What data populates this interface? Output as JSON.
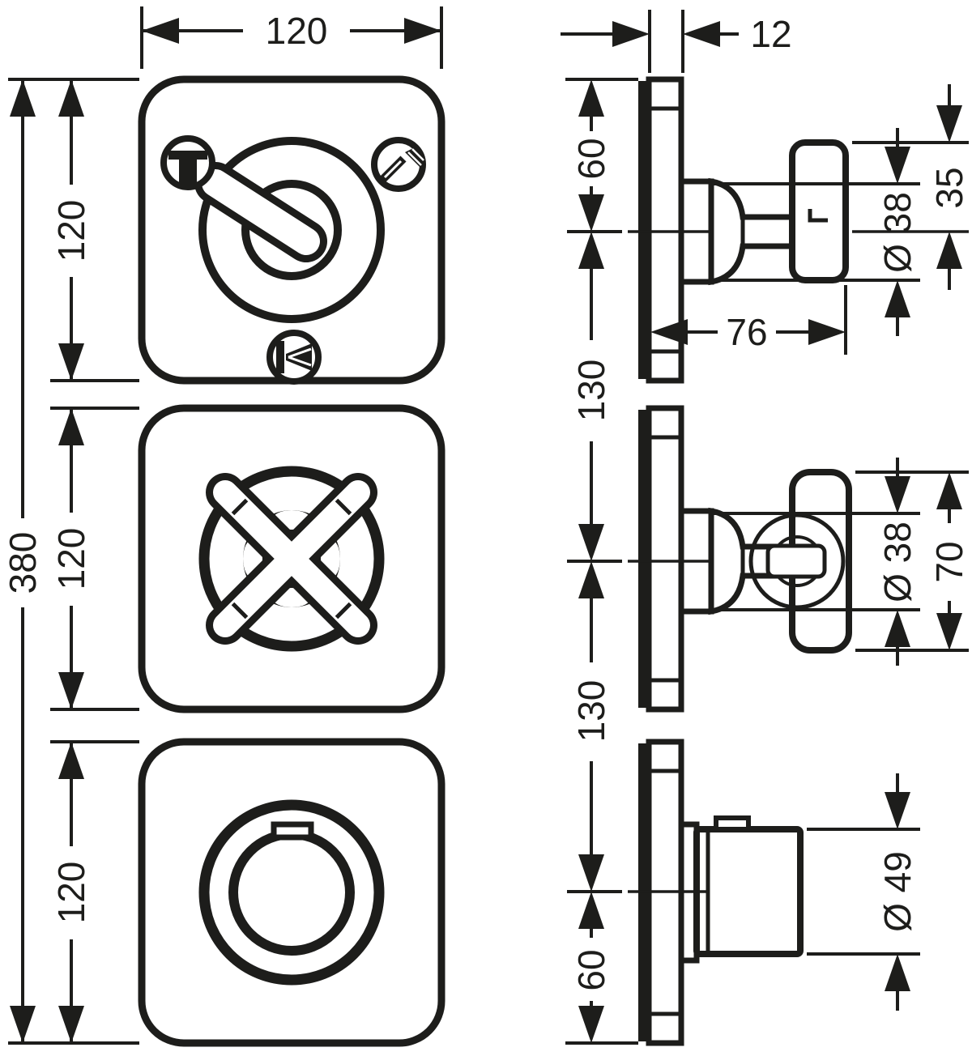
{
  "page": {
    "background": "#ffffff",
    "ink": "#1d1d1b"
  },
  "front_view": {
    "width_label": "120",
    "total_height_label": "380",
    "segment_labels": [
      "120",
      "120",
      "120"
    ],
    "controls": [
      "diverter-lever-handle",
      "cross-handle",
      "thermostat-knob"
    ],
    "icons": {
      "port_top_left": "tub-spout-icon",
      "port_top_right": "hand-shower-icon",
      "port_bottom": "shower-head-icon"
    }
  },
  "side_view": {
    "plate_depth_label": "12",
    "top_offset_label": "60",
    "spacing_labels": [
      "130",
      "130"
    ],
    "bottom_offset_label": "60",
    "projection_label": "76",
    "lever_height_label": "35",
    "lever_hub_dia_label": "Ø 38",
    "cross_hub_dia_label": "Ø 38",
    "cross_handle_dia_label": "70",
    "knob_dia_label": "Ø 49"
  }
}
